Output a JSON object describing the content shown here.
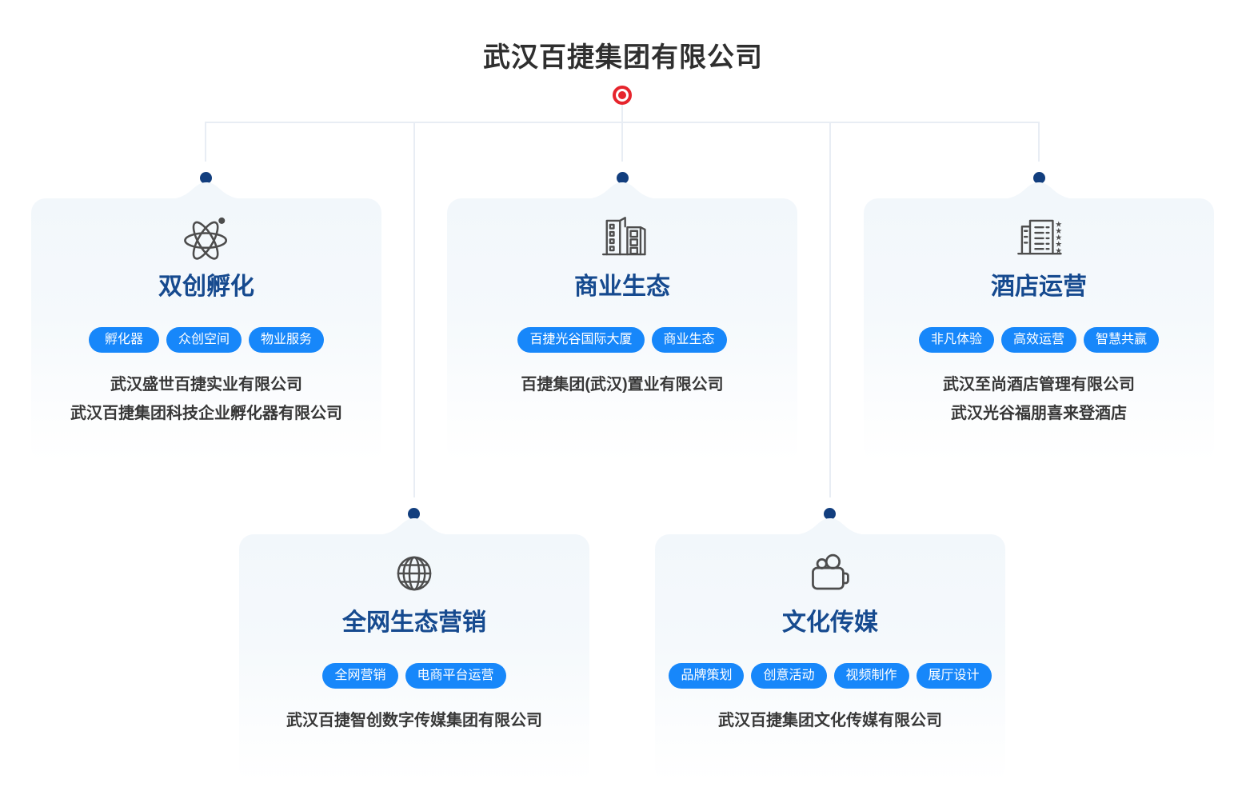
{
  "page_title": "武汉百捷集团有限公司",
  "colors": {
    "accent_blue": "#1787fa",
    "title_navy": "#164a8f",
    "dot_navy": "#123e7e",
    "root_red": "#e6242c",
    "connector_line": "#e8edf4",
    "icon_gray": "#4d4d4d",
    "card_top_tint": "#f2f7fb",
    "text_dark": "#383838"
  },
  "branches": [
    {
      "icon": "atom-icon",
      "title": "双创孵化",
      "tags": [
        "孵化器",
        "众创空间",
        "物业服务"
      ],
      "companies": [
        "武汉盛世百捷实业有限公司",
        "武汉百捷集团科技企业孵化器有限公司"
      ]
    },
    {
      "icon": "buildings-icon",
      "title": "商业生态",
      "tags": [
        "百捷光谷国际大厦",
        "商业生态"
      ],
      "companies": [
        "百捷集团(武汉)置业有限公司"
      ]
    },
    {
      "icon": "hotel-icon",
      "title": "酒店运营",
      "tags": [
        "非凡体验",
        "高效运营",
        "智慧共赢"
      ],
      "companies": [
        "武汉至尚酒店管理有限公司",
        "武汉光谷福朋喜来登酒店"
      ]
    },
    {
      "icon": "globe-icon",
      "title": "全网生态营销",
      "tags": [
        "全网营销",
        "电商平台运营"
      ],
      "companies": [
        "武汉百捷智创数字传媒集团有限公司"
      ]
    },
    {
      "icon": "video-camera-icon",
      "title": "文化传媒",
      "tags": [
        "品牌策划",
        "创意活动",
        "视频制作",
        "展厅设计"
      ],
      "companies": [
        "武汉百捷集团文化传媒有限公司"
      ]
    }
  ]
}
